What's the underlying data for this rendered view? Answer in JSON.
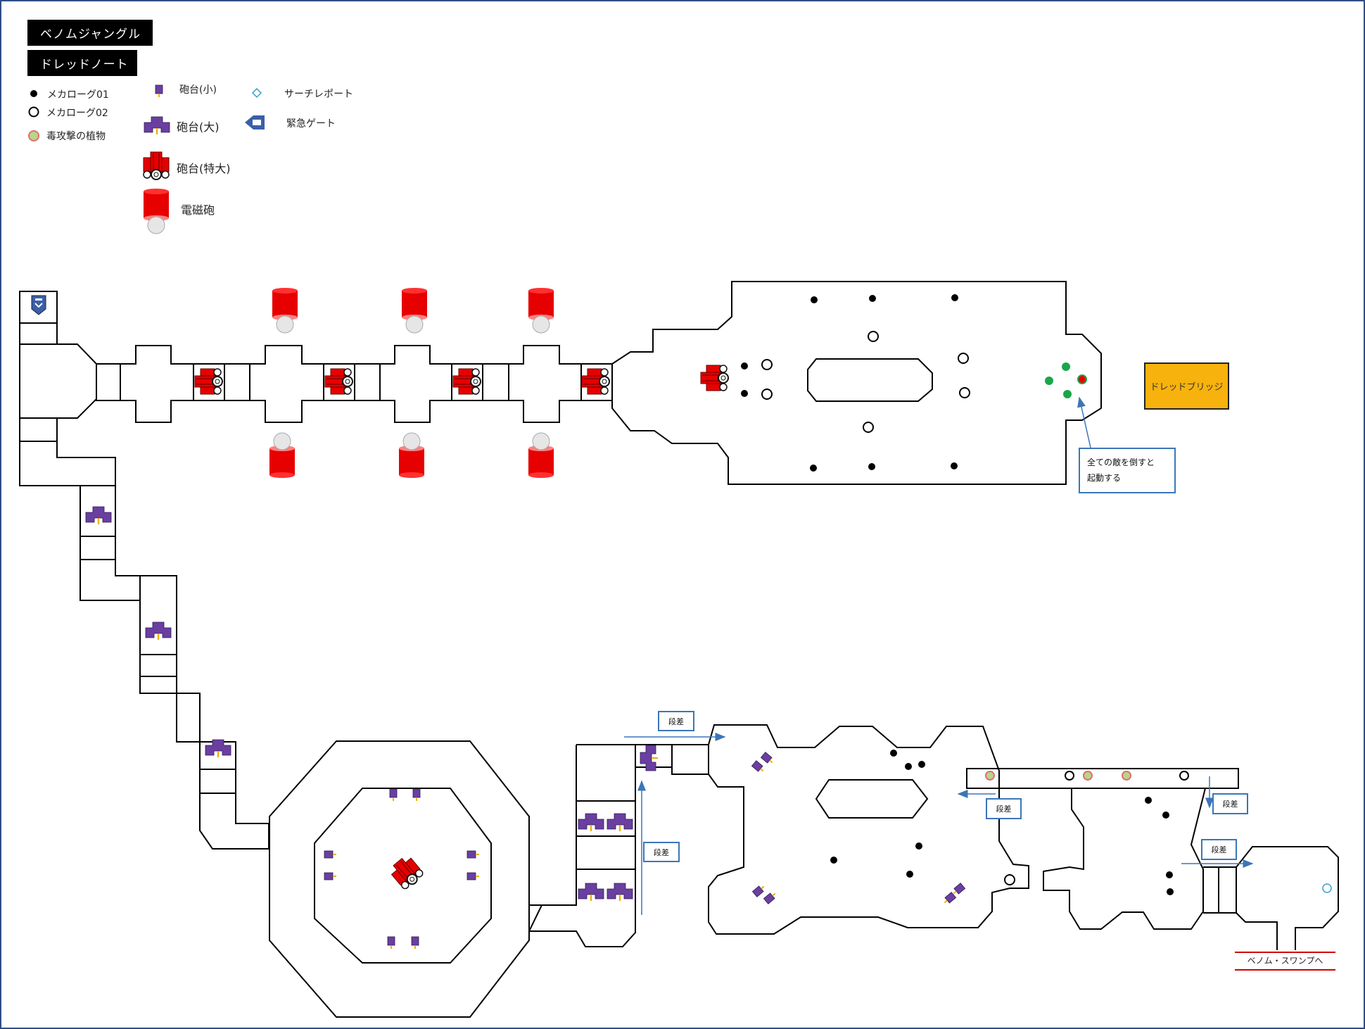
{
  "titles": {
    "area": "ベノムジャングル",
    "sub_area": "ドレッドノート"
  },
  "legend": {
    "megalog01": "メカローグ01",
    "megalog02": "メカローグ02",
    "poison_plant": "毒攻撃の植物",
    "turret_small": "砲台(小)",
    "turret_large": "砲台(大)",
    "turret_xl": "砲台(特大)",
    "railgun": "電磁砲",
    "search_teleport": "サーチレポート",
    "emergency_gate": "緊急ゲート"
  },
  "map": {
    "bridge_label": "ドレッドブリッジ",
    "note_line1": "全ての敵を倒すと",
    "note_line2": "起動する",
    "step_label": "段差",
    "exit_label": "ベノム・スワンプへ"
  },
  "colors": {
    "frame": "#2f4f86",
    "turret_purple": "#6a3fa0",
    "turret_red": "#e60000",
    "bridge": "#f7b20d",
    "arrow_blue": "#3c76b8",
    "green_dot": "#1aa64b",
    "exit_line": "#d00000"
  }
}
